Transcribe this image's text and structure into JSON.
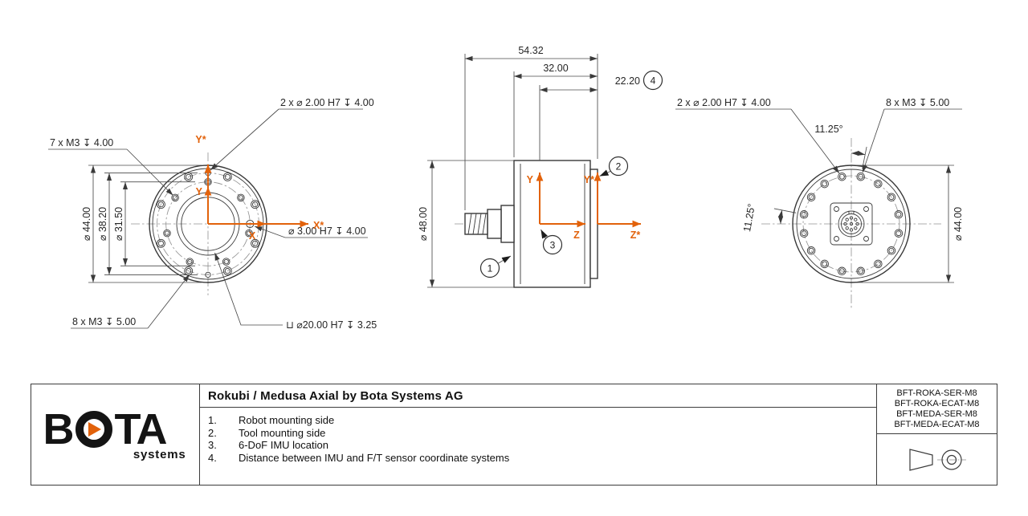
{
  "colors": {
    "accent_orange": "#E2620B",
    "line_gray": "#3a3a3a"
  },
  "front_view": {
    "dim_7x_m3": "7 x M3 ↧ 4.00",
    "dim_2x_pin": "2 x ⌀ 2.00 H7 ↧ 4.00",
    "dim_dia_44": "⌀ 44.00",
    "dim_dia_38_2": "⌀ 38.20",
    "dim_dia_31_5": "⌀ 31.50",
    "dim_pin_3": "⌀ 3.00 H7 ↧ 4.00",
    "dim_8x_m3": "8 x M3 ↧ 5.00",
    "dim_counterbore_20": "⊔ ⌀20.00 H7 ↧ 3.25",
    "axis_y_star": "Y*",
    "axis_y": "Y",
    "axis_x": "X",
    "axis_x_star": "X*"
  },
  "side_view": {
    "dim_54_32": "54.32",
    "dim_32_00": "32.00",
    "dim_22_20": "22.20",
    "dim_dia_48": "⌀ 48.00",
    "axis_y": "Y",
    "axis_y_star": "Y*",
    "axis_z": "Z",
    "axis_z_star": "Z*",
    "balloon_1": "1",
    "balloon_2": "2",
    "balloon_3": "3",
    "balloon_4": "4"
  },
  "back_view": {
    "dim_2x_pin": "2 x ⌀ 2.00 H7 ↧ 4.00",
    "dim_8x_m3": "8 x M3 ↧ 5.00",
    "dim_angle_top": "11.25°",
    "dim_angle_left": "11.25°",
    "dim_dia_44": "⌀ 44.00"
  },
  "title_block": {
    "logo_word_start": "B",
    "logo_word_end": "TA",
    "logo_sub": "systems",
    "title": "Rokubi / Medusa Axial by Bota Systems AG",
    "notes": [
      {
        "num": "1.",
        "text": "Robot mounting side"
      },
      {
        "num": "2.",
        "text": "Tool mounting side"
      },
      {
        "num": "3.",
        "text": "6-DoF IMU location"
      },
      {
        "num": "4.",
        "text": "Distance between IMU and F/T sensor coordinate systems"
      }
    ],
    "part_numbers": [
      "BFT-ROKA-SER-M8",
      "BFT-ROKA-ECAT-M8",
      "BFT-MEDA-SER-M8",
      "BFT-MEDA-ECAT-M8"
    ]
  }
}
